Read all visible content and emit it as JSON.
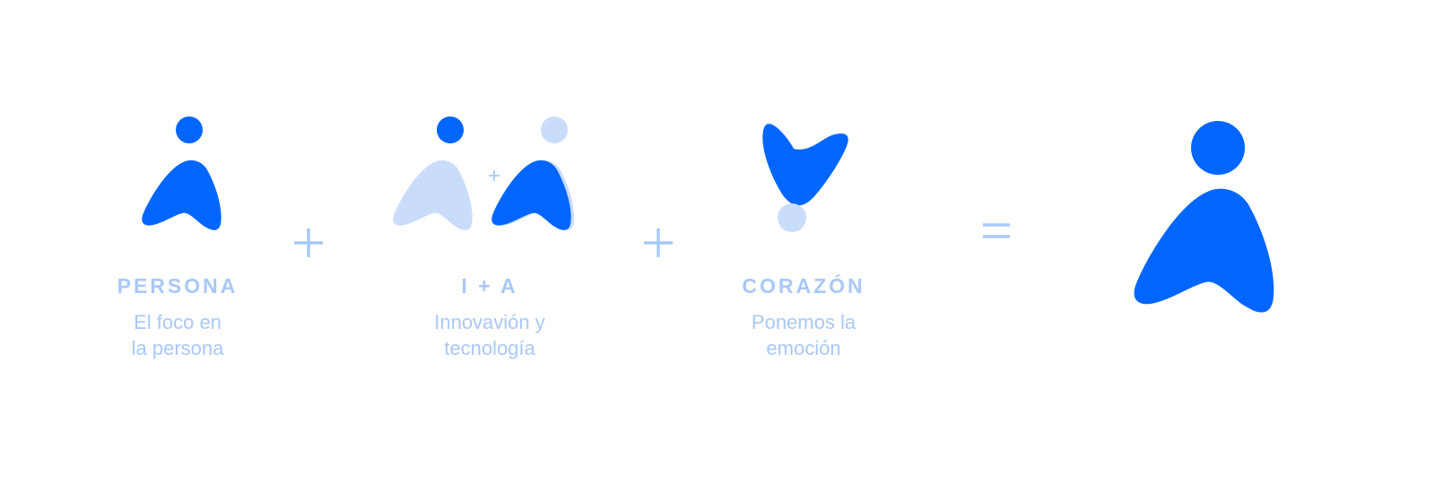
{
  "colors": {
    "primary": "#0066ff",
    "light": "#c9dcfb",
    "text": "#a9c8f7",
    "operator": "#a9c8f7"
  },
  "items": [
    {
      "title": "PERSONA",
      "description_line1": "El foco en",
      "description_line2": "la persona",
      "icon": "person-icon"
    },
    {
      "title": "I + A",
      "description_line1": "Innovavión y",
      "description_line2": "tecnología",
      "icon": "two-persons-icon"
    },
    {
      "title": "CORAZÓN",
      "description_line1": "Ponemos la",
      "description_line2": "emoción",
      "icon": "heart-exclamation-icon"
    }
  ],
  "operators": {
    "plus": "+",
    "equals": "="
  },
  "result": {
    "icon": "logo-person-icon"
  }
}
